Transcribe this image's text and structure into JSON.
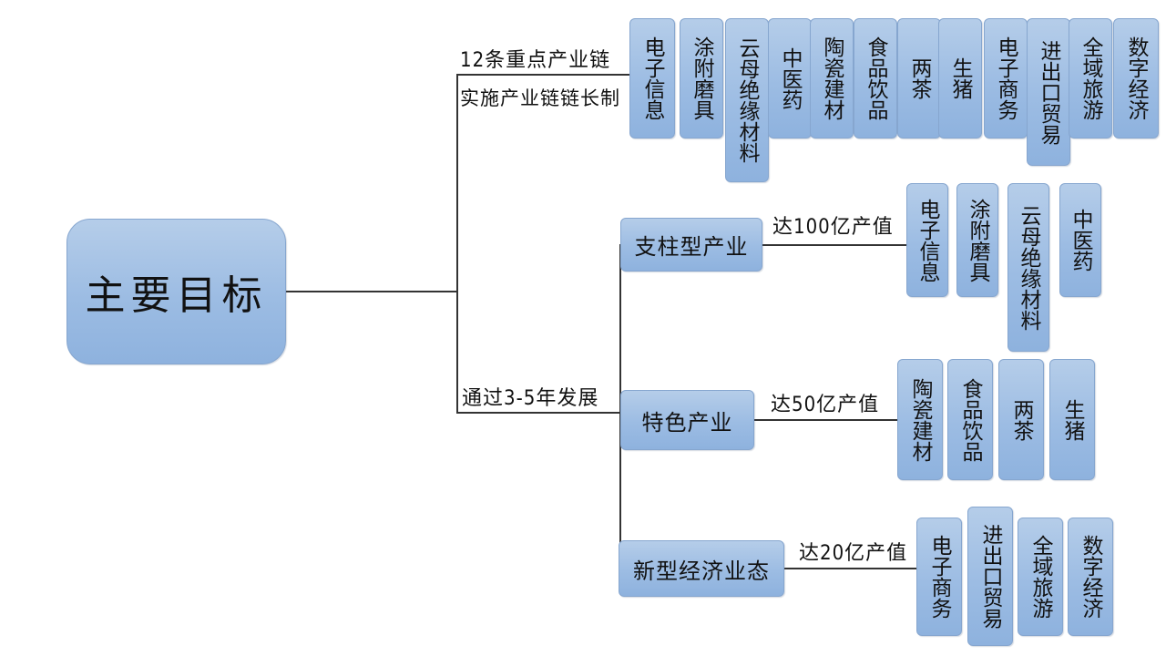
{
  "root": "主要目标",
  "branch_top": {
    "label_line1": "12条重点产业链",
    "label_line2": "实施产业链链长制",
    "items": [
      "电子信息",
      "涂附磨具",
      "云母绝缘材料",
      "中医药",
      "陶瓷建材",
      "食品饮品",
      "两茶",
      "生猪",
      "电子商务",
      "进出口贸易",
      "全域旅游",
      "数字经济"
    ]
  },
  "branch_bottom": {
    "label": "通过3-5年发展",
    "categories": [
      {
        "name": "支柱型产业",
        "target": "达100亿产值",
        "items": [
          "电子信息",
          "涂附磨具",
          "云母绝缘材料",
          "中医药"
        ]
      },
      {
        "name": "特色产业",
        "target": "达50亿产值",
        "items": [
          "陶瓷建材",
          "食品饮品",
          "两茶",
          "生猪"
        ]
      },
      {
        "name": "新型经济业态",
        "target": "达20亿产值",
        "items": [
          "电子商务",
          "进出口贸易",
          "全域旅游",
          "数字经济"
        ]
      }
    ]
  }
}
